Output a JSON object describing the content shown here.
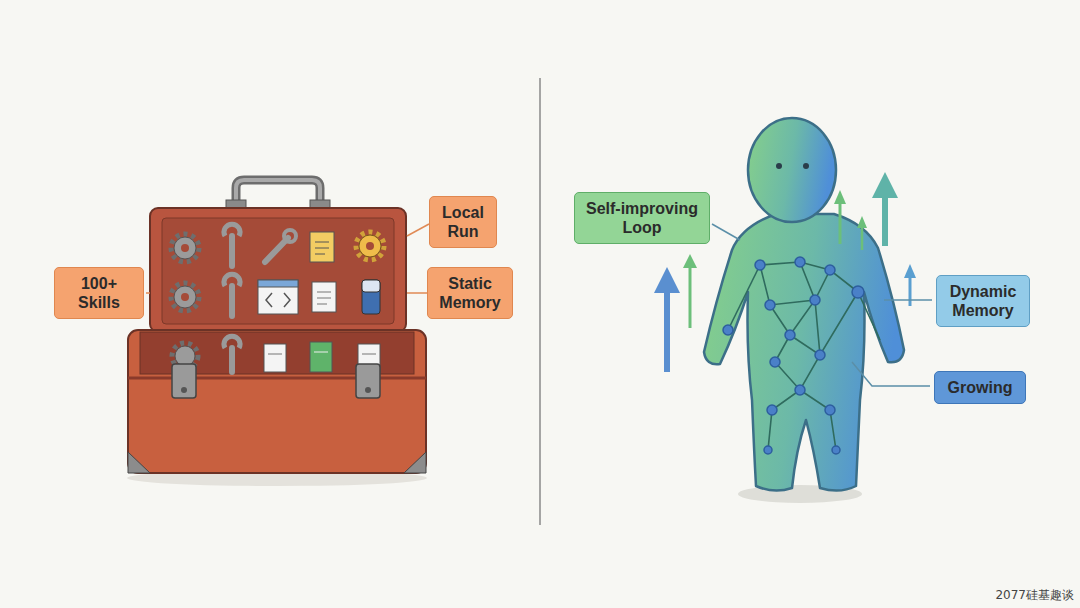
{
  "diagram": {
    "nodes": [
      {
        "text": [
          "Local Run"
        ]
      },
      {
        "text": [
          "100+ Skills"
        ]
      },
      {
        "text": [
          "Static Memory"
        ]
      },
      {
        "text": [
          "Self-improving Loop"
        ]
      },
      {
        "text": [
          "Dynamic Memory"
        ]
      },
      {
        "text": [
          "Growing"
        ]
      }
    ],
    "labels": [
      "2077硅基趣谈"
    ]
  }
}
